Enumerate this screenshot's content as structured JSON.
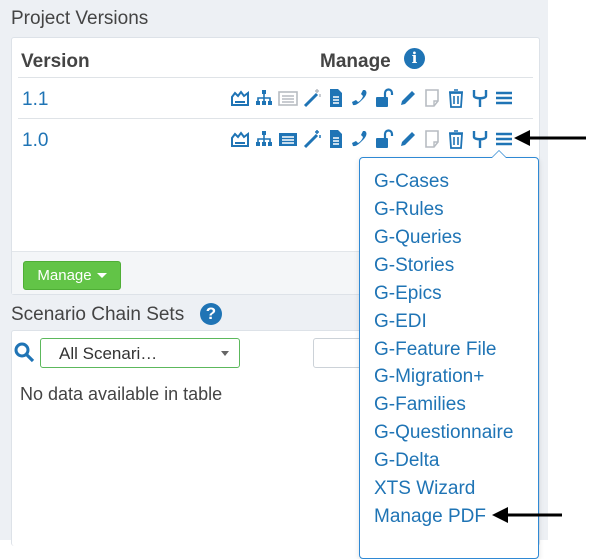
{
  "project_versions": {
    "title": "Project Versions",
    "col_version": "Version",
    "col_manage": "Manage",
    "rows": [
      {
        "version": "1.1"
      },
      {
        "version": "1.0"
      }
    ],
    "manage_button": "Manage"
  },
  "scenario_chain_sets": {
    "title": "Scenario Chain Sets",
    "filter_selected": "All Scenari…",
    "empty_message": "No data available in table"
  },
  "dropdown_menu": {
    "items": [
      "G-Cases",
      "G-Rules",
      "G-Queries",
      "G-Stories",
      "G-Epics",
      "G-EDI",
      "G-Feature File",
      "G-Migration+",
      "G-Families",
      "G-Questionnaire",
      "G-Delta",
      "XTS Wizard",
      "Manage PDF"
    ]
  },
  "colors": {
    "accent": "#1f74b5",
    "button_green": "#62c447",
    "panel_bg": "#edf0f4"
  }
}
